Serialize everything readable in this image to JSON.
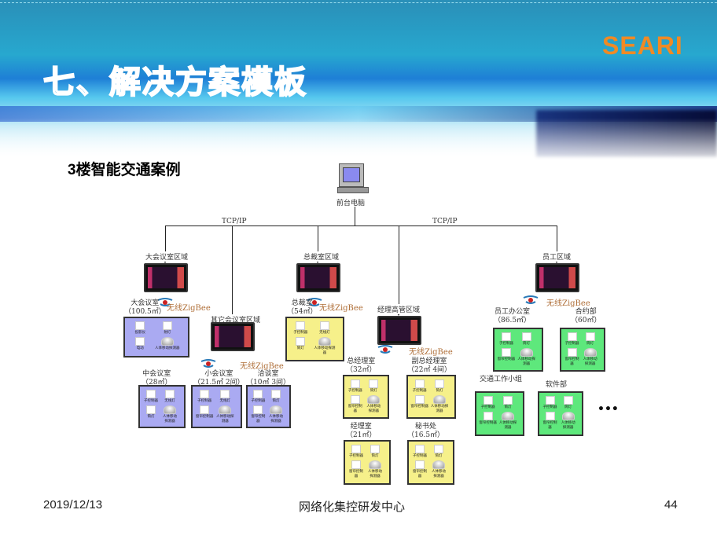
{
  "slide": {
    "title": "七、解决方案模板",
    "logo": "SEARI",
    "subtitle": "3楼智能交通案例"
  },
  "diagram": {
    "host": "前台电脑",
    "protocol_left": "TCP/IP",
    "protocol_right": "TCP/IP",
    "wireless": "无线ZigBee",
    "more": "•••",
    "zones": [
      {
        "name": "大会议室区域"
      },
      {
        "name": "其它会议室区域"
      },
      {
        "name": "总裁室区域"
      },
      {
        "name": "经理高管区域"
      },
      {
        "name": "员工区域"
      }
    ],
    "rooms": [
      {
        "name": "大会议室",
        "area": "（100.5㎡）",
        "color": "#aaaaf2",
        "devices": [
          "投影仪",
          "射灯",
          "电动",
          "人体移动探测器"
        ]
      },
      {
        "name": "中会议室",
        "area": "（28㎡）",
        "color": "#aaaaf2",
        "devices": [
          "子控制器",
          "无线灯",
          "筒灯",
          "人体移动探测器"
        ]
      },
      {
        "name": "小会议室",
        "area": "（21.5㎡ 2间）",
        "color": "#aaaaf2",
        "devices": [
          "子控制器",
          "无线灯",
          "窗帘控制器",
          "人体移动探测器"
        ]
      },
      {
        "name": "洽谈室",
        "area": "（10㎡ 3间）",
        "color": "#aaaaf2",
        "devices": [
          "子控制器",
          "筒灯",
          "窗帘控制器",
          "人体移动探测器"
        ]
      },
      {
        "name": "总裁室",
        "area": "（54㎡）",
        "color": "#f6f08a",
        "devices": [
          "子控制器",
          "无线灯",
          "筒灯",
          "人体移动探测器"
        ]
      },
      {
        "name": "总经理室",
        "area": "（32㎡）",
        "color": "#f6f08a",
        "devices": [
          "子控制器",
          "筒灯",
          "窗帘控制器",
          "人体移动探测器"
        ]
      },
      {
        "name": "副总经理室",
        "area": "（22㎡ 4间）",
        "color": "#f6f08a",
        "devices": [
          "子控制器",
          "筒灯",
          "窗帘控制器",
          "人体移动探测器"
        ]
      },
      {
        "name": "经理室",
        "area": "（21㎡）",
        "color": "#f6f08a",
        "devices": [
          "子控制器",
          "筒灯",
          "窗帘控制器",
          "人体移动探测器"
        ]
      },
      {
        "name": "秘书处",
        "area": "（16.5㎡）",
        "color": "#f6f08a",
        "devices": [
          "子控制器",
          "筒灯",
          "窗帘控制器",
          "人体移动探测器"
        ]
      },
      {
        "name": "员工办公室",
        "area": "（86.5㎡）",
        "color": "#5ee87c",
        "devices": [
          "子控制器",
          "筒灯",
          "窗帘控制器",
          "人体移动探测器"
        ]
      },
      {
        "name": "合约部",
        "area": "（60㎡）",
        "color": "#5ee87c",
        "devices": [
          "子控制器",
          "筒灯",
          "窗帘控制器",
          "人体移动探测器"
        ]
      },
      {
        "name": "交通工作小组",
        "area": "",
        "color": "#5ee87c",
        "devices": [
          "子控制器",
          "筒灯",
          "窗帘控制器",
          "人体移动探测器"
        ]
      },
      {
        "name": "软件部",
        "area": "",
        "color": "#5ee87c",
        "devices": [
          "子控制器",
          "筒灯",
          "窗帘控制器",
          "人体移动探测器"
        ]
      }
    ]
  },
  "footer": {
    "date": "2019/12/13",
    "center": "网络化集控研发中心",
    "page": "44"
  }
}
